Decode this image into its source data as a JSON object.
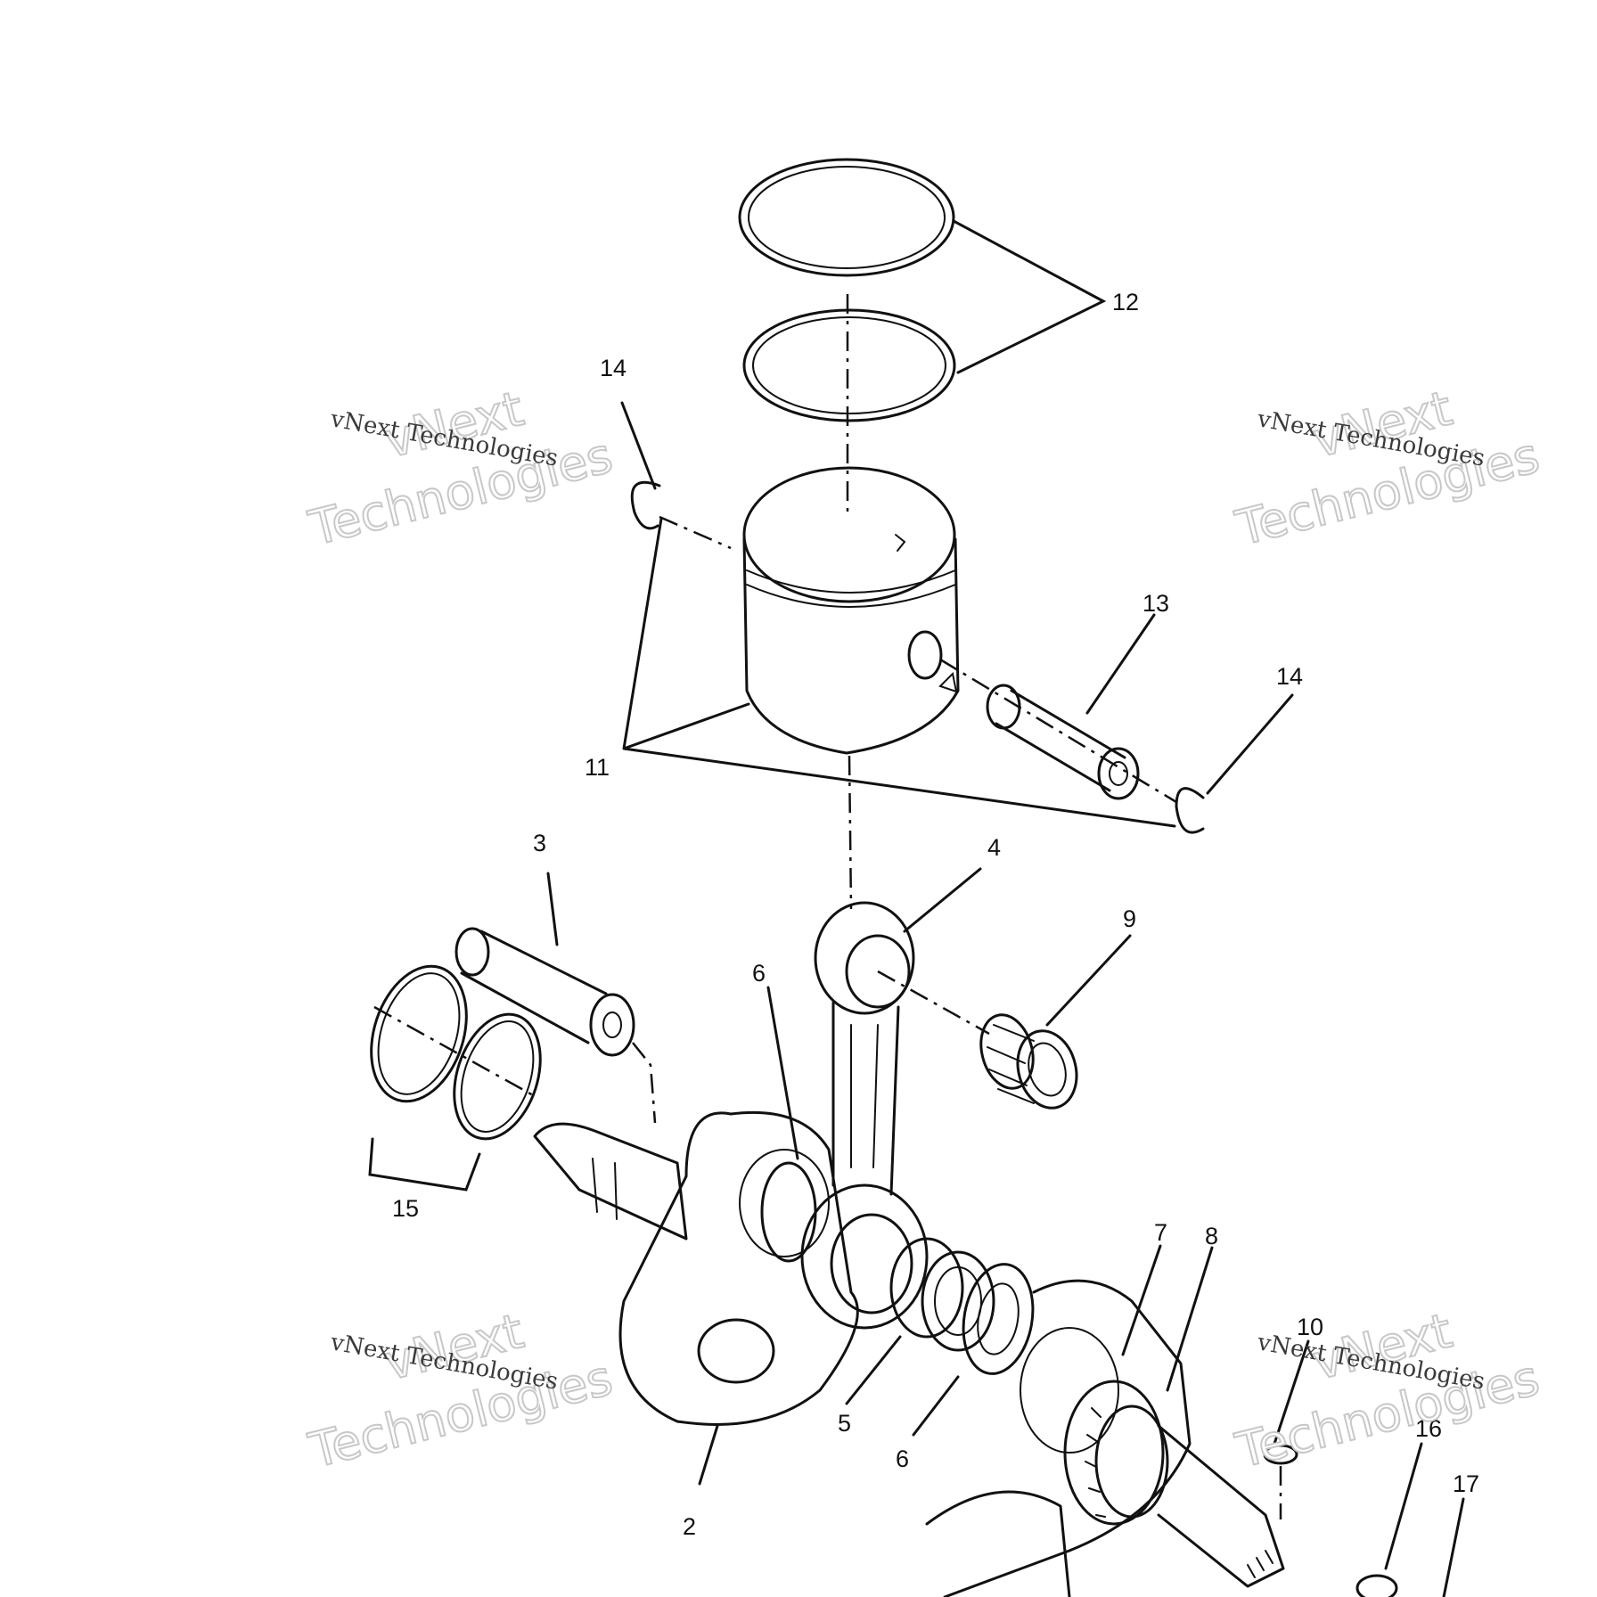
{
  "watermark": {
    "text_small": "vNext Technologies",
    "text_line1": "vNext",
    "text_line2": "Technologies"
  },
  "callouts": [
    {
      "label": "2",
      "part": "crankshaft-left-web"
    },
    {
      "label": "3",
      "part": "crank-pin"
    },
    {
      "label": "4",
      "part": "connecting-rod"
    },
    {
      "label": "5",
      "part": "main-bearing"
    },
    {
      "label": "6",
      "part": "thrust-washer"
    },
    {
      "label": "6",
      "part": "thrust-washer"
    },
    {
      "label": "7",
      "part": "crankshaft-right-web"
    },
    {
      "label": "8",
      "part": "ball-bearing"
    },
    {
      "label": "9",
      "part": "needle-bearing"
    },
    {
      "label": "10",
      "part": "woodruff-key"
    },
    {
      "label": "11",
      "part": "piston"
    },
    {
      "label": "12",
      "part": "piston-rings"
    },
    {
      "label": "13",
      "part": "piston-pin"
    },
    {
      "label": "14",
      "part": "piston-pin-clip"
    },
    {
      "label": "14",
      "part": "piston-pin-clip"
    },
    {
      "label": "15",
      "part": "crankshaft-seal-rings"
    },
    {
      "label": "16",
      "part": "washer"
    },
    {
      "label": "17",
      "part": "nut"
    }
  ]
}
